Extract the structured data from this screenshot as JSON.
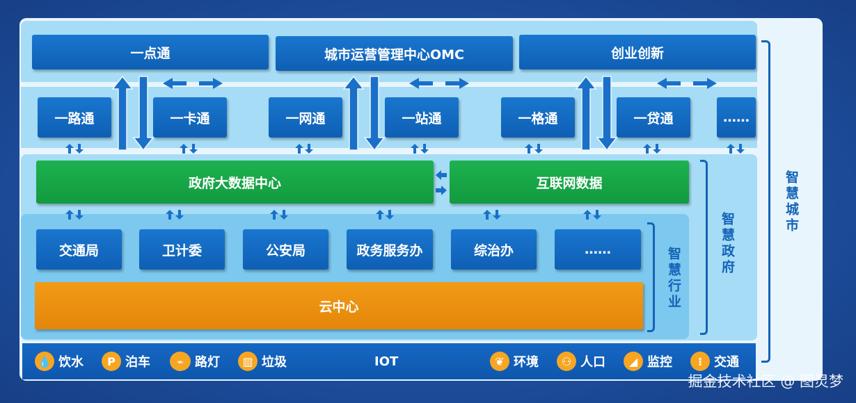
{
  "top_row": [
    "一点通",
    "城市运营管理中心OMC",
    "创业创新"
  ],
  "services_row": [
    "一路通",
    "一卡通",
    "一网通",
    "一站通",
    "一格通",
    "一贷通",
    "……"
  ],
  "data_row": {
    "gov_big_data": "政府大数据中心",
    "internet_data": "互联网数据"
  },
  "departments_row": [
    "交通局",
    "卫计委",
    "公安局",
    "政务服务办",
    "综治办",
    "……"
  ],
  "cloud_center": "云中心",
  "side_labels": {
    "industry": "智慧行业",
    "government": "智慧政府",
    "city": "智慧城市"
  },
  "iot": {
    "center_label": "IOT",
    "left_items": [
      {
        "icon": "water-drop-icon",
        "label": "饮水"
      },
      {
        "icon": "parking-icon",
        "label": "泊车"
      },
      {
        "icon": "street-lamp-icon",
        "label": "路灯"
      },
      {
        "icon": "trash-bin-icon",
        "label": "垃圾"
      }
    ],
    "right_items": [
      {
        "icon": "leaf-icon",
        "label": "环境"
      },
      {
        "icon": "people-icon",
        "label": "人口"
      },
      {
        "icon": "camera-icon",
        "label": "监控"
      },
      {
        "icon": "traffic-light-icon",
        "label": "交通"
      }
    ]
  },
  "watermark": "掘金技术社区 @ 图灵梦",
  "colors": {
    "blue_box": "#1268c4",
    "green_box": "#18a848",
    "orange_box": "#ee9210",
    "panel_light": "#9fdaf5",
    "arrow": "#1a6fc8"
  }
}
